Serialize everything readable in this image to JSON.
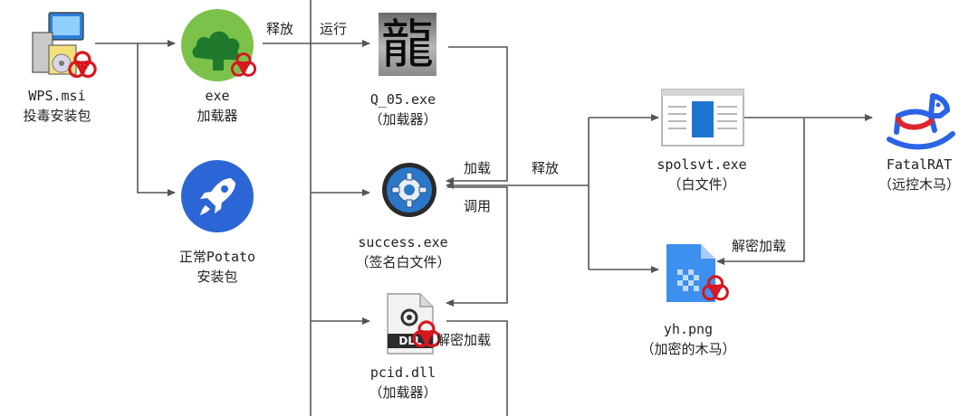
{
  "nodes": {
    "wps": {
      "name": "WPS.msi",
      "desc": "投毒安装包"
    },
    "exe": {
      "name": "exe",
      "desc": "加载器"
    },
    "potato": {
      "name": "正常Potato",
      "desc": "安装包"
    },
    "q05": {
      "name": "Q_05.exe",
      "desc": "（加载器）",
      "glyph": "龍"
    },
    "success": {
      "name": "success.exe",
      "desc": "（签名白文件）"
    },
    "pcid": {
      "name": "pcid.dll",
      "desc": "（加载器）",
      "badge": "DLL"
    },
    "spolsvt": {
      "name": "spolsvt.exe",
      "desc": "（白文件）"
    },
    "yh": {
      "name": "yh.png",
      "desc": "（加密的木马）"
    },
    "fatal": {
      "name": "FatalRAT",
      "desc": "（远控木马）"
    }
  },
  "edges": {
    "release1": "释放",
    "run": "运行",
    "load": "加载",
    "call": "调用",
    "release2": "释放",
    "decrypt_load1": "解密加载",
    "decrypt_load2": "解密加载"
  },
  "colors": {
    "line": "#555555",
    "text": "#222222",
    "biohazard": "#d8161f",
    "exe_green": "#7cc24a",
    "potato_blue": "#2c66d6",
    "gear_blue": "#2b78c8",
    "png_blue": "#3d8ff0",
    "rat_blue": "#2b63e6"
  },
  "icons": [
    "installer-icon",
    "cloud-icon",
    "rocket-icon",
    "dragon-glyph-icon",
    "gear-icon",
    "dll-file-icon",
    "document-icon",
    "image-file-icon",
    "rocking-horse-icon",
    "biohazard-icon"
  ]
}
